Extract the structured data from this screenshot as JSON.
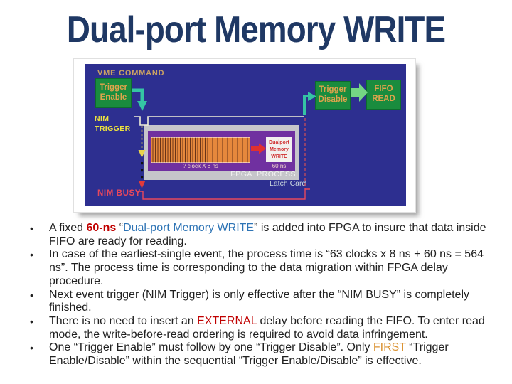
{
  "title": "Dual-port Memory WRITE",
  "colors": {
    "title-navy": "#1F3864",
    "panel-navy": "#2D2F90",
    "box-green": "#1A8C3E",
    "label-orange": "#DFA44C",
    "vme-tan": "#C9A163",
    "nim-yellow": "#EDE23E",
    "signal-cream": "#F0EFD8",
    "teal-arrow": "#35C4A4",
    "fifo-arrow-green": "#74D684",
    "fpga-gray": "#C6C6CA",
    "process-purple": "#7030A0",
    "stripe-orange": "#E6883C",
    "diagram-red": "#E03030",
    "busy-red": "#E8485C",
    "latch-gray": "#CBD8DE",
    "bullet-text": "#212121",
    "accent-red": "#C00000",
    "accent-blue": "#2E74B5",
    "accent-orange": "#DB9333"
  },
  "diagram": {
    "vme_command": "VME COMMAND",
    "trigger_enable": "Trigger\nEnable",
    "trigger_disable": "Trigger\nDisable",
    "fifo_read": "FIFO\nREAD",
    "nim_trigger": "NIM\nTRIGGER",
    "nim_busy": "NIM BUSY",
    "clock_label": "? clock X 8 ns",
    "write_duration": "60 ns",
    "dualport_memory": "Dualport\nMemory\nWRITE",
    "fpga_process": "FPGA  PROCESS",
    "latch_card": "Latch Card"
  },
  "bullets": [
    {
      "segments": [
        {
          "t": "A fixed "
        },
        {
          "t": "60-ns",
          "c": "accent-red",
          "b": true
        },
        {
          "t": " “"
        },
        {
          "t": "Dual-port Memory WRITE",
          "c": "accent-blue"
        },
        {
          "t": "” is added into FPGA to insure that data inside FIFO are ready for reading."
        }
      ]
    },
    {
      "segments": [
        {
          "t": "In case of the earliest-single event, the process time is “63 clocks x 8 ns + 60 ns = 564 ns”. The process time is corresponding to the data migration within FPGA delay procedure."
        }
      ]
    },
    {
      "segments": [
        {
          "t": "Next event trigger (NIM Trigger) is only effective after the “NIM BUSY” is completely finished."
        }
      ]
    },
    {
      "segments": [
        {
          "t": "There is no need to insert an "
        },
        {
          "t": "EXTERNAL",
          "c": "accent-red"
        },
        {
          "t": " delay before reading the FIFO. To enter read mode, the write-before-read ordering is required to avoid data infringement."
        }
      ]
    },
    {
      "segments": [
        {
          "t": "One “Trigger Enable” must follow by one “Trigger Disable”. Only "
        },
        {
          "t": "FIRST",
          "c": "accent-orange"
        },
        {
          "t": " “Trigger Enable/Disable” within the sequential “Trigger Enable/Disable” is effective."
        }
      ]
    }
  ]
}
